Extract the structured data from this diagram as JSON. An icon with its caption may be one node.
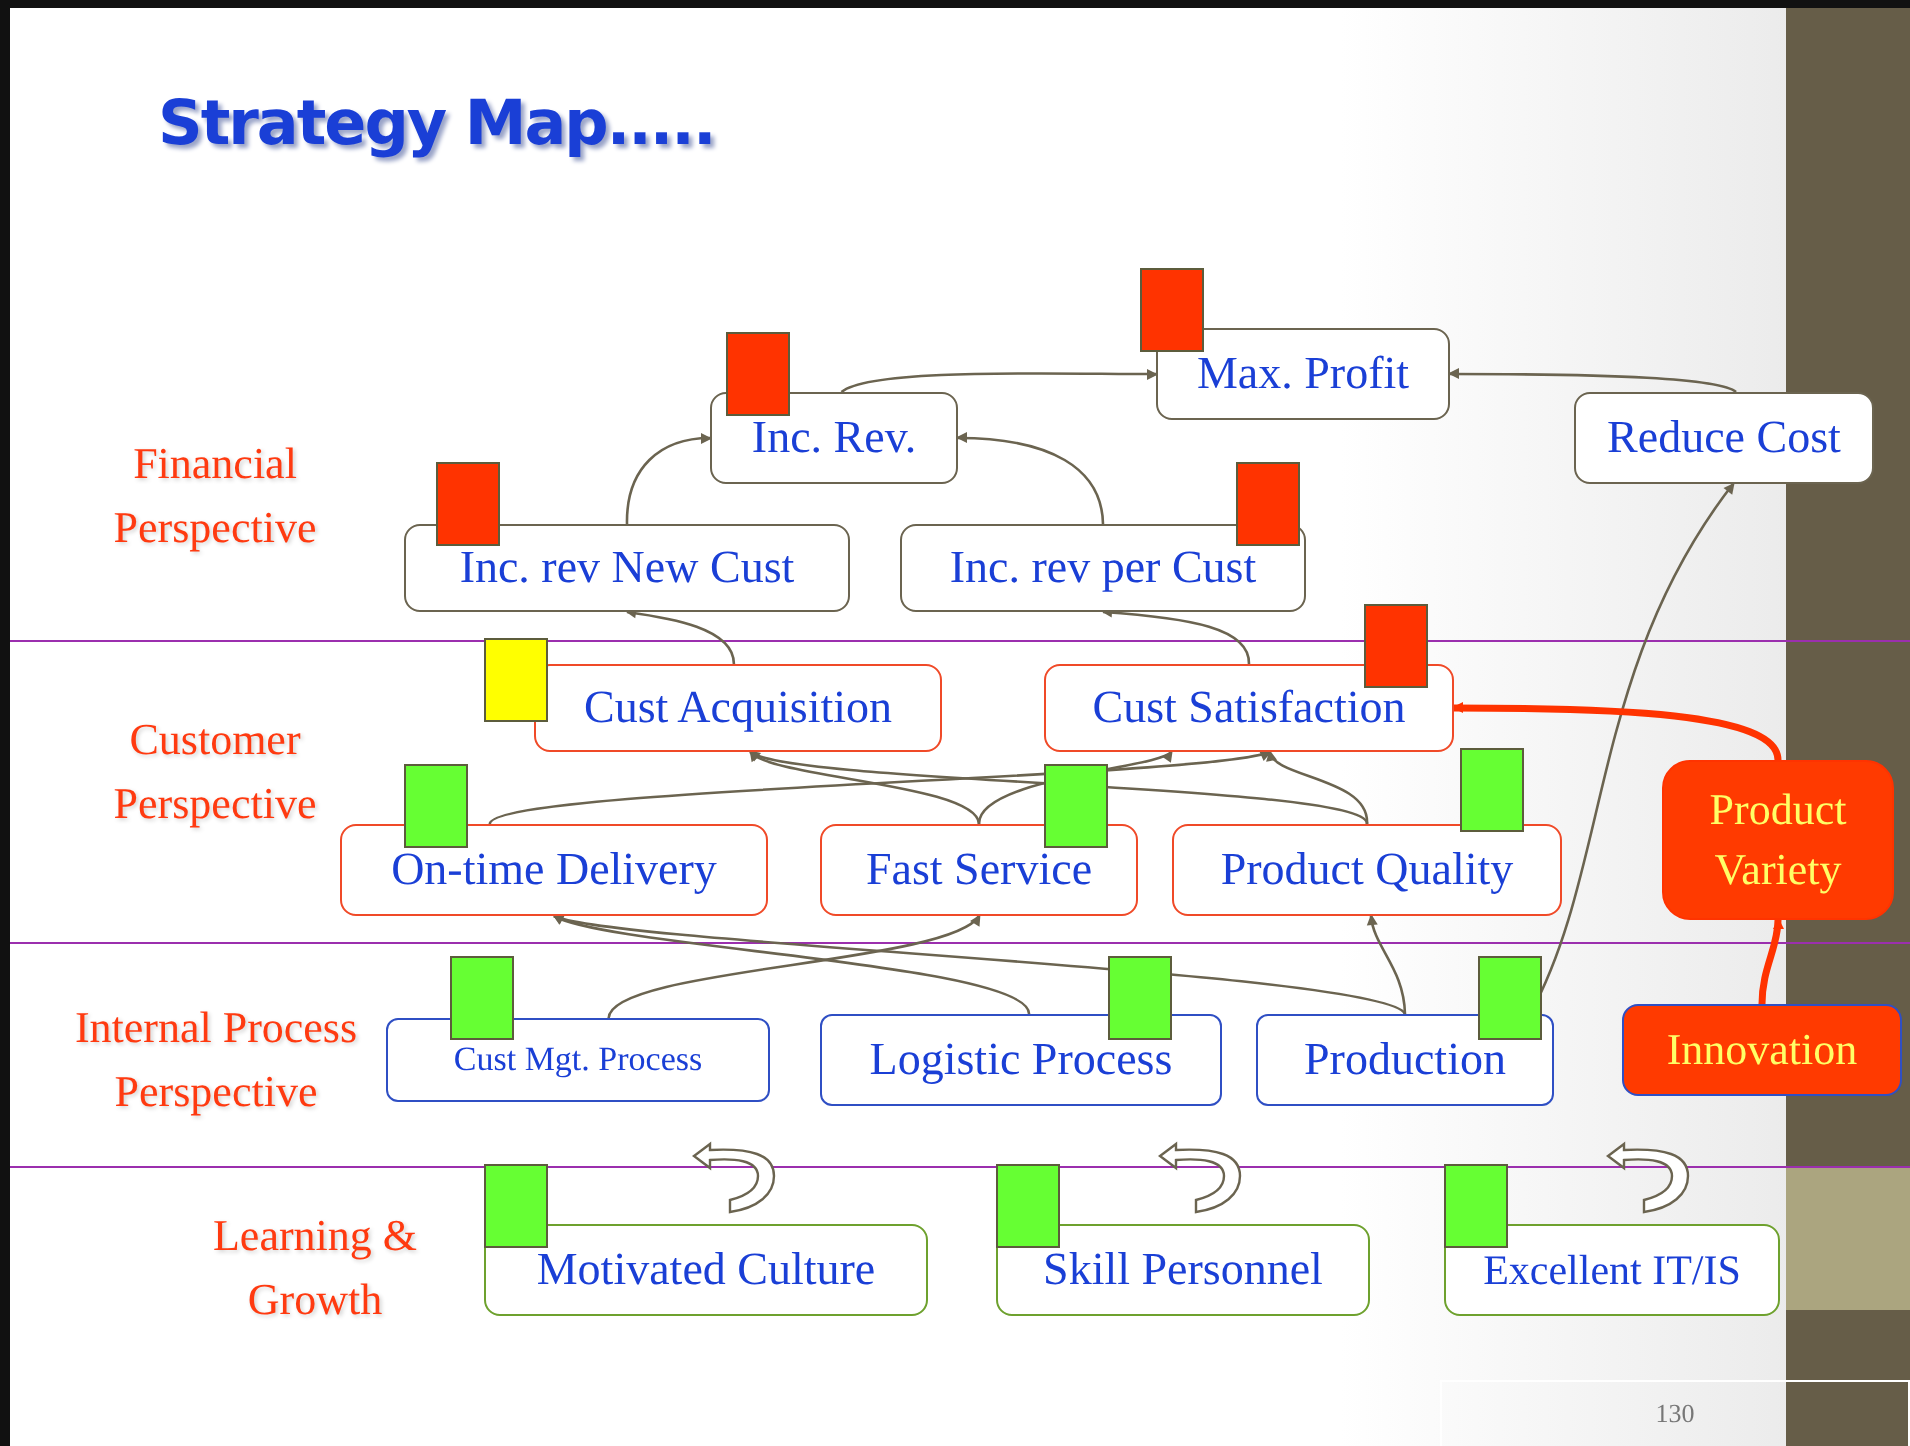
{
  "diagram": {
    "title": "Strategy Map.....",
    "nodes": [
      {
        "text": [
          "Max. Profit"
        ]
      },
      {
        "text": [
          "Inc. Rev."
        ]
      },
      {
        "text": [
          "Reduce Cost"
        ]
      },
      {
        "text": [
          "Inc. rev New Cust"
        ]
      },
      {
        "text": [
          "Inc. rev per Cust"
        ]
      },
      {
        "text": [
          "Cust Acquisition"
        ]
      },
      {
        "text": [
          "Cust Satisfaction"
        ]
      },
      {
        "text": [
          "On-time Delivery"
        ]
      },
      {
        "text": [
          "Fast Service"
        ]
      },
      {
        "text": [
          "Product Quality"
        ]
      },
      {
        "text": [
          "Product Variety"
        ]
      },
      {
        "text": [
          "Cust Mgt. Process"
        ]
      },
      {
        "text": [
          "Logistic Process"
        ]
      },
      {
        "text": [
          "Production"
        ]
      },
      {
        "text": [
          "Innovation"
        ]
      },
      {
        "text": [
          "Motivated Culture"
        ]
      },
      {
        "text": [
          "Skill Personnel"
        ]
      },
      {
        "text": [
          "Excellent IT/IS"
        ]
      }
    ],
    "edges": [
      {
        "from": 1,
        "to": 0,
        "arrow": "to"
      },
      {
        "from": 2,
        "to": 0,
        "arrow": "to"
      },
      {
        "from": 3,
        "to": 1,
        "arrow": "to"
      },
      {
        "from": 4,
        "to": 1,
        "arrow": "to"
      },
      {
        "from": 5,
        "to": 3,
        "arrow": "to"
      },
      {
        "from": 6,
        "to": 4,
        "arrow": "to"
      },
      {
        "from": 13,
        "to": 2,
        "arrow": "to"
      },
      {
        "from": 10,
        "to": 6,
        "arrow": "to",
        "style": "thick",
        "color": "#ff3300"
      },
      {
        "from": 14,
        "to": 10,
        "arrow": "to",
        "style": "thick",
        "color": "#ff3300"
      },
      {
        "from": 7,
        "to": 6,
        "arrow": "to"
      },
      {
        "from": 8,
        "to": 5,
        "arrow": "to"
      },
      {
        "from": 8,
        "to": 6,
        "arrow": "to"
      },
      {
        "from": 9,
        "to": 5,
        "arrow": "to"
      },
      {
        "from": 9,
        "to": 6,
        "arrow": "to"
      },
      {
        "from": 11,
        "to": 8,
        "arrow": "to"
      },
      {
        "from": 12,
        "to": 7,
        "arrow": "to"
      },
      {
        "from": 13,
        "to": 7,
        "arrow": "to"
      },
      {
        "from": 13,
        "to": 9,
        "arrow": "to"
      }
    ],
    "labels": [
      "Financial Perspective",
      "Customer Perspective",
      "Internal Process Perspective",
      "Learning & Growth",
      "130"
    ]
  }
}
